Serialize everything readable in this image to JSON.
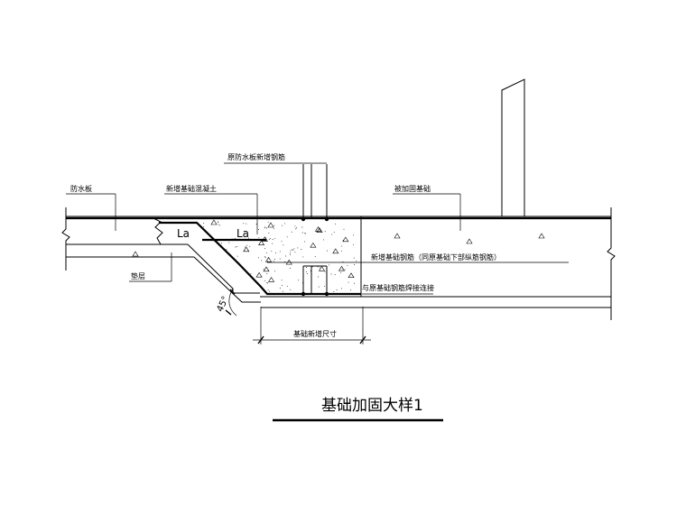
{
  "labels": {
    "waterproof_slab": "防水板",
    "new_concrete": "新增基础混凝土",
    "original_rebar": "原防水板新增钢筋",
    "reinforced_foundation": "被加固基础",
    "new_foundation_rebar": "新增基础钢筋（同原基础下部纵筋钢筋）",
    "weld_note": "与原基础钢筋焊接连接",
    "cushion": "垫层",
    "widen_dim": "基础新增尺寸",
    "la_left": "La",
    "la_right": "La",
    "angle": "45°"
  },
  "title": "基础加固大样1"
}
